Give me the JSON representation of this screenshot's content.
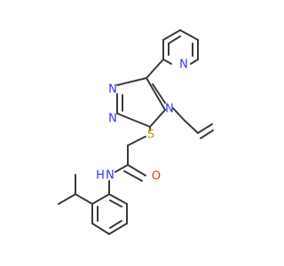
{
  "colors": {
    "bond": "#3a3a3a",
    "nitrogen": "#3232ff",
    "sulfur": "#b8a000",
    "oxygen": "#ff2a2a",
    "carbon_label": "#3a3a3a"
  },
  "atoms": {
    "n_pyridine": "N",
    "n_triazole_1": "N",
    "n_triazole_2": "N",
    "n_triazole_4": "N",
    "sulfur": "S",
    "oxygen": "O",
    "amide_n": "N",
    "amide_h": "H"
  }
}
